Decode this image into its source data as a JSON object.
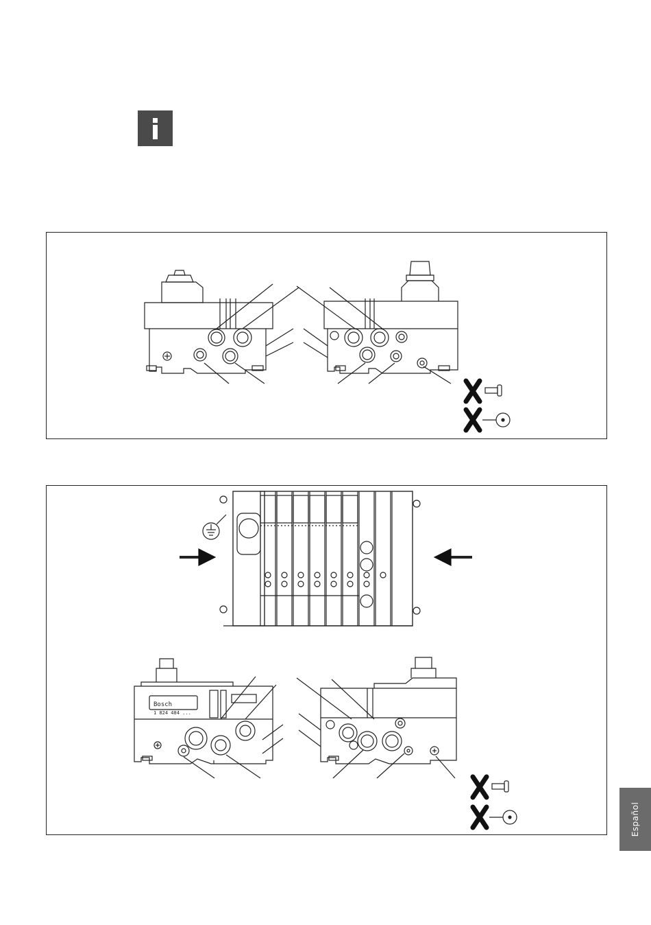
{
  "info_icon": {
    "glyph": "i",
    "icon": "info-icon",
    "color": "#4a4a4a"
  },
  "figure_top": {
    "icons": [
      "no-screw-icon",
      "no-ground-terminal-icon"
    ]
  },
  "figure_bottom": {
    "label_left": "Bosch",
    "label_part_number": "1 824 484 ...",
    "icons": [
      "ground-symbol-icon",
      "arrow-right-icon",
      "arrow-left-icon",
      "no-screw-icon",
      "no-ground-terminal-icon"
    ]
  },
  "side_tab": {
    "label": "Español",
    "color": "#6b6b6b"
  }
}
